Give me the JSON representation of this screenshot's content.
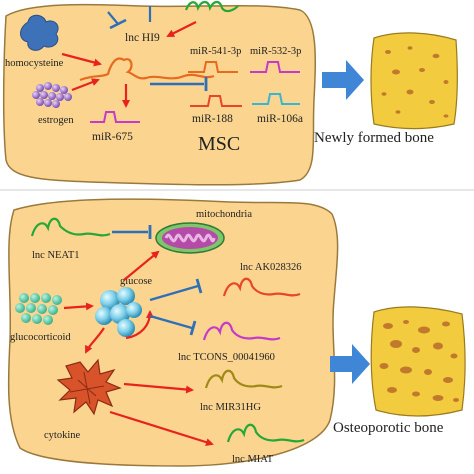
{
  "top_panel": {
    "cell_label": "MSC",
    "side_label": "Newly formed bone",
    "labels": {
      "homocysteine": "homocysteine",
      "estrogen": "estrogen",
      "lnc_h19": "lnc HI9",
      "mir_675": "miR-675",
      "mir_541_3p": "miR-541-3p",
      "mir_532_3p": "miR-532-3p",
      "mir_188": "miR-188",
      "mir_106a": "miR-106a"
    }
  },
  "bottom_panel": {
    "side_label": "Osteoporotic bone",
    "labels": {
      "mitochondria": "mitochondria",
      "lnc_neat1": "lnc NEAT1",
      "glucose": "glucose",
      "glucocorticoid": "glucocorticoid",
      "lnc_ak028326": "lnc AK028326",
      "lnc_tcons": "lnc  TCONS_00041960",
      "cytokine": "cytokine",
      "lnc_mir31hg": "lnc MIR31HG",
      "lnc_miat": "lnc MIAT"
    }
  },
  "colors": {
    "cell_fill": "#fbd590",
    "cell_stroke": "#9a7a3c",
    "activate_arrow": "#e8231d",
    "inhibit_arrow": "#2f6fb8",
    "transition_arrow": "#3f86d6",
    "bone_fill": "#f2cc3e",
    "bone_spot": "#c17a2c",
    "rna_orange": "#e66b1e",
    "rna_red": "#e8462a",
    "rna_cyan": "#35b7d4",
    "rna_magenta": "#c63ac9",
    "rna_green": "#27a836",
    "rna_olive": "#a08a16"
  }
}
